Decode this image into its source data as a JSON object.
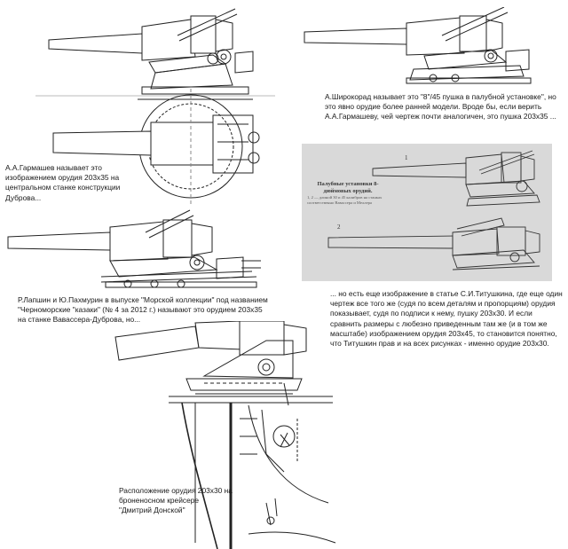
{
  "captions": {
    "garmashev": "А.А.Гармашев называет это изображением орудия 203х35 на центральном станке конструкции Дуброва...",
    "shirokorad": "А.Широкорад называет это \"8\"/45 пушка в палубной установке\", но это явно орудие более ранней модели. Вроде бы, если верить А.А.Гармашеву, чей чертеж почти аналогичен, это пушка 203х35 ...",
    "lapshin": "Р.Лапшин и Ю.Пахмурин в выпуске \"Морской коллекции\" под названием \"Черноморские \"казаки\" (№ 4 за 2012 г.) называют это орудием 203х35 на станке Вавассера-Дуброва, но...",
    "titushkin": "... но есть еще изображение в статье С.И.Титушкина, где еще один чертеж все того же (судя по всем деталям и пропорциям) орудия показывает, судя по подписи к нему, пушку 203х30. И если сравнить размеры с любезно приведенным там же (и в том же масштабе) изображением орудия 203х45, то становится понятно, что Титушкин прав и на всех рисунках - именно орудие 203х30.",
    "donskoy": "Расположение орудия 203х30 на броненосном крейсере \"Дмитрий Донской\""
  },
  "scan": {
    "title": "Палубные установки 8-дюймовых орудий.",
    "subtitle": "1, 2 — длиной 30 и 45 калибров на станках соответственно Вавассера и Меллера",
    "label_1": "1",
    "label_2": "2"
  }
}
